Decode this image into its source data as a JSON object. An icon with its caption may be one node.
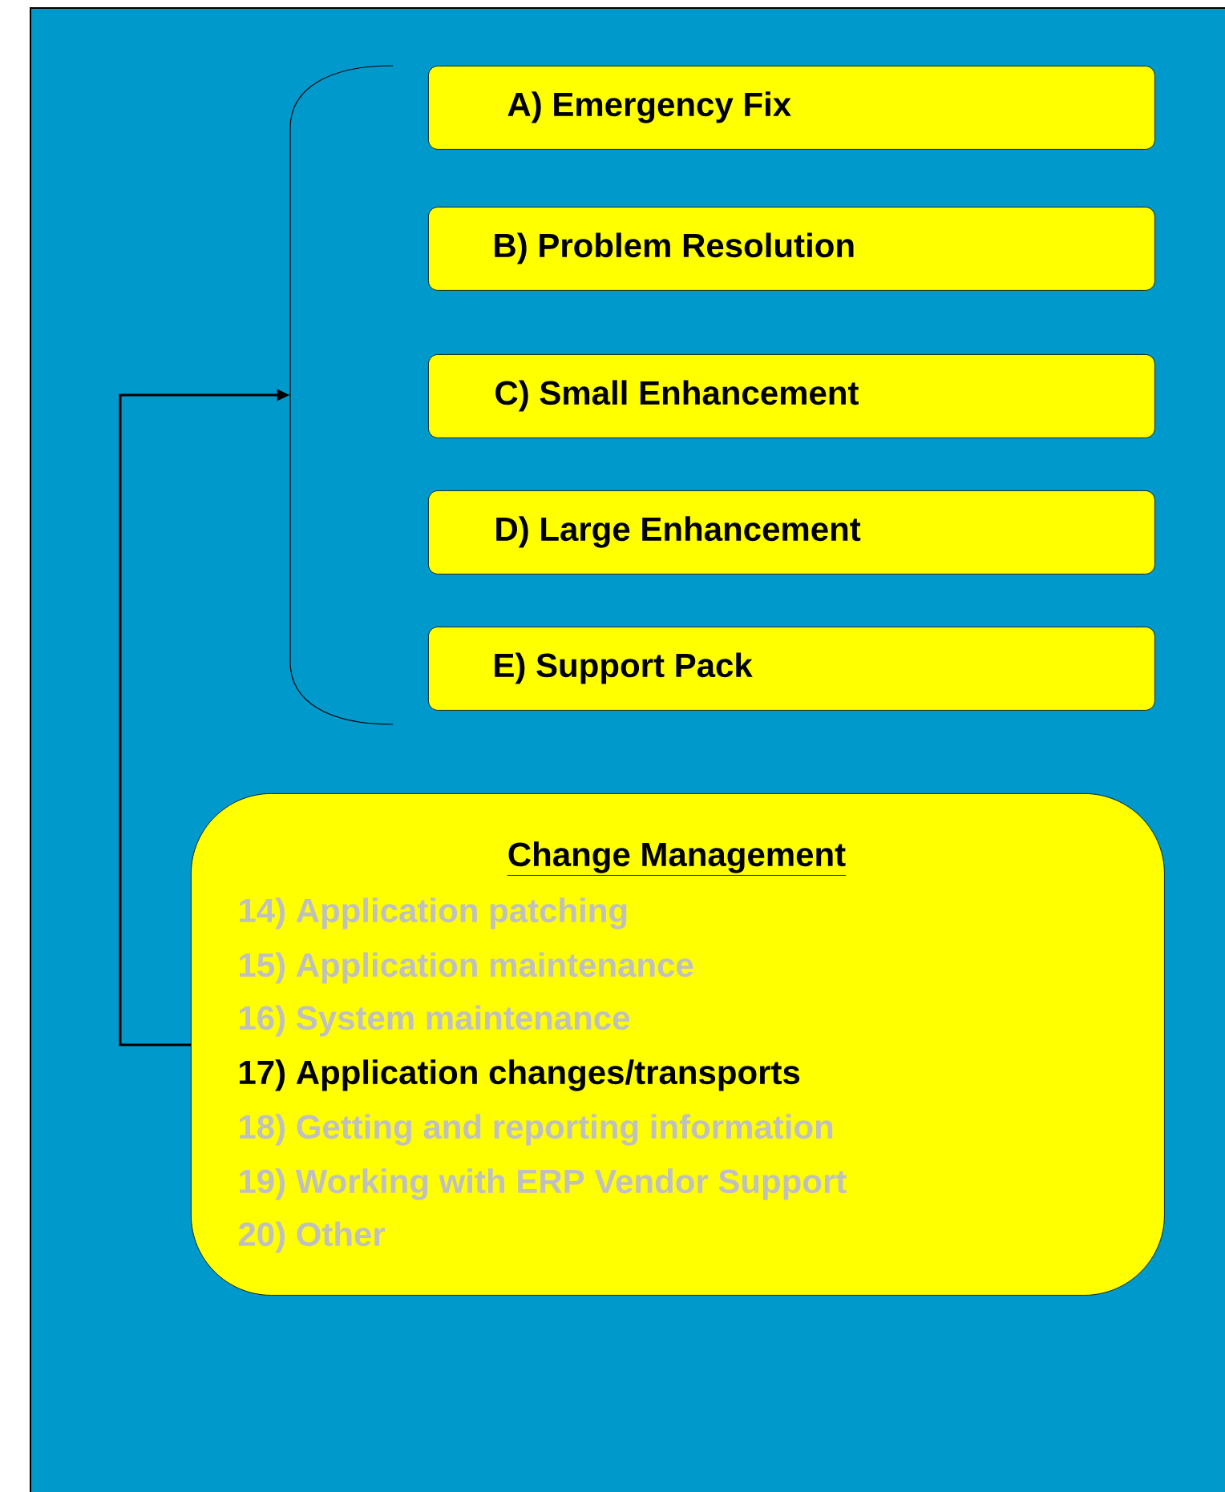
{
  "diagram": {
    "nodes": [
      {
        "text": [
          "A) Emergency Fix"
        ]
      },
      {
        "text": [
          "B) Problem Resolution"
        ]
      },
      {
        "text": [
          "C) Small Enhancement"
        ]
      },
      {
        "text": [
          "D) Large Enhancement"
        ]
      },
      {
        "text": [
          "E) Support Pack"
        ]
      },
      {
        "text": [],
        "shape": "bracket"
      },
      {
        "text": [
          "Change Management",
          "14) Application patching",
          "15) Application maintenance",
          "16) System maintenance",
          "17) Application changes/transports",
          "18) Getting and reporting information",
          "19) Working with ERP Vendor Support",
          "20) Other"
        ]
      }
    ],
    "edges": [
      {
        "from": 6,
        "to": 5,
        "arrow": "to"
      }
    ]
  }
}
